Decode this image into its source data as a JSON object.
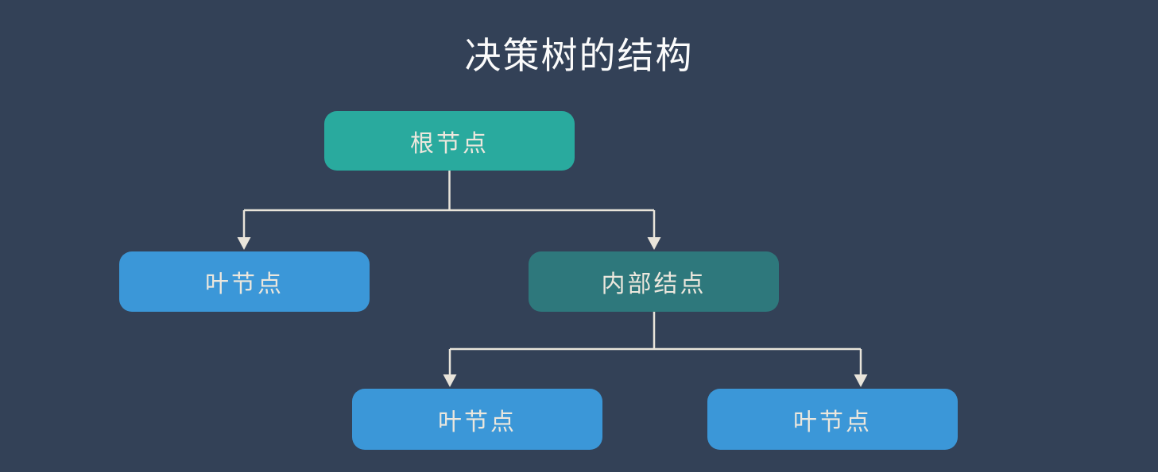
{
  "title": "决策树的结构",
  "colors": {
    "background": "#334157",
    "root": "#29aa9e",
    "internal": "#2e787c",
    "leaf": "#3b97d8",
    "connector": "#e9e4da",
    "node_text": "#ece7dd",
    "title_text": "#fbfbfb"
  },
  "nodes": {
    "root": {
      "label": "根节点"
    },
    "leaf_left": {
      "label": "叶节点"
    },
    "internal": {
      "label": "内部结点"
    },
    "leaf_bottom_left": {
      "label": "叶节点"
    },
    "leaf_bottom_right": {
      "label": "叶节点"
    }
  }
}
